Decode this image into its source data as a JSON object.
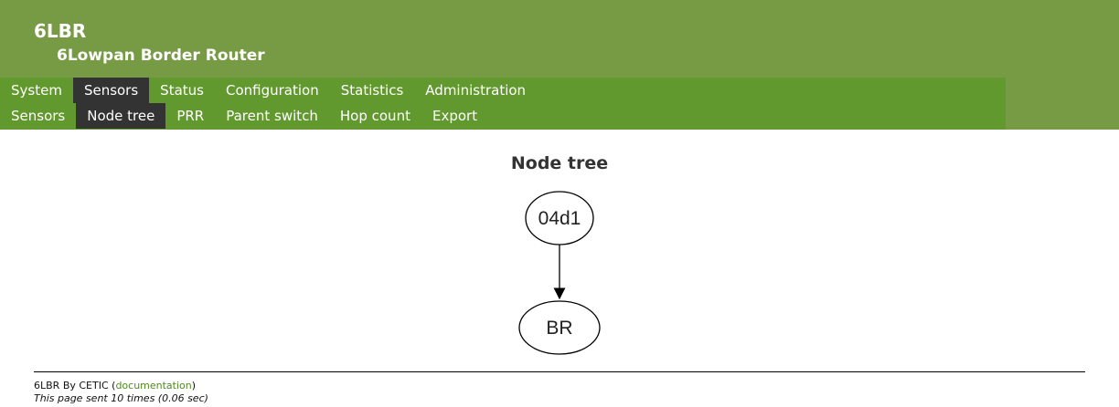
{
  "header": {
    "title": "6LBR",
    "subtitle": "6Lowpan Border Router"
  },
  "main_menu": {
    "items": [
      {
        "label": "System"
      },
      {
        "label": "Sensors"
      },
      {
        "label": "Status"
      },
      {
        "label": "Configuration"
      },
      {
        "label": "Statistics"
      },
      {
        "label": "Administration"
      }
    ],
    "active": "Sensors"
  },
  "sub_menu": {
    "items": [
      {
        "label": "Sensors"
      },
      {
        "label": "Node tree"
      },
      {
        "label": "PRR"
      },
      {
        "label": "Parent switch"
      },
      {
        "label": "Hop count"
      },
      {
        "label": "Export"
      }
    ],
    "active": "Node tree"
  },
  "content": {
    "title": "Node tree",
    "graph": {
      "nodes": [
        "04d1",
        "BR"
      ],
      "edges": [
        {
          "from": "04d1",
          "to": "BR"
        }
      ]
    }
  },
  "footer": {
    "prefix": "6LBR By CETIC (",
    "link": "documentation",
    "suffix": ")",
    "stats": "This page sent 10 times (0.06 sec)"
  },
  "colors": {
    "banner": "#779a45",
    "menu": "#62992e",
    "active_menu": "#333333",
    "link": "#4e8a1e"
  }
}
